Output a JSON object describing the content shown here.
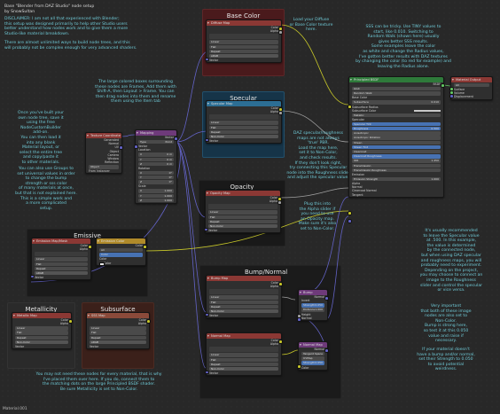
{
  "notes": {
    "title": "Base \"Blender from DAZ Studio\" node setup\nby SnowSultan",
    "disclaimer": "DISCLAIMER: I am not all that experienced with Blender;\nthis setup was designed primarily to help other Studio users\nbetter understand how nodes work and to give them a more\nStudio-like material breakdown.",
    "ways": "There are almost unlimited ways to build node trees, and this\nwill probably not be complex enough for very advanced shaders.",
    "frames": "The large colored boxes surrounding\nthese nodes are Frames. Add them with\nShift-A, then Layout > Frame. You can\nthen drag nodes into them and rename\nthem using the Item tab",
    "built": "Once you've built your\nown node tree, save it\nusing the free\nNodeCustomBuilder\nadd-on.\nYou can then load it\ninto any blank\nMaterial layout, or\nselect the entire tree\nand copy/paste it\nto other materials.",
    "groups": "You can also use Groups to\nset universal values in order\nto change the bump\nstrength or sss color\nof many materials at once,\nbut that is not explained here.\nThis is a simple work and\na more complicated\nsetup.",
    "diffuse": "Load your Diffuse\nor Base Color texture\nhere.",
    "sss": "SSS can be tricky. Use TINY values to\nstart, like 0.010. Switching to\nRandom Walk (shown here) usually\ngives better SSS results.\nSome examples leave the color\nas white and change the Radius values,\nI've gotten better results with DAZ textures\nby changing the color (to red for example) and\nleaving the Radius alone.",
    "specular": "DAZ specular/roughness\nmaps are not always\n'true' PBR.\nLoad the map here,\nset it to Non-Color,\nand check results.\nIf they don't look right,\ntry connecting this Specular\nnode into the Roughness slider\nand adjust the specular value.",
    "alpha": "Plug this into\nthe Alpha slider if\nyou need to use\nan Opacity map.\nMake sure it's also\nset to Non-Color.",
    "recommended": "It's usually recommended\nto leave the Specular value\nat .500. In this example,\nthe value is determined\nby the connected node,\nbut when using DAZ specular\nand roughness maps, you will\nprobably need to experiment.\nDepending on the project,\nyou may choose to connect an\nimage to the Roughness\nslider and control the specular\nor vice versa.",
    "important": "Very important\nthat both of these image\nnodes are also set to\nNon-Color.\nBump is strong here,\nso test it at this 0.050\nvalue and raise if\nnecessary.",
    "bumpmap": "If your material doesn't\nhave a bump and/or normal,\nset their Strength to 0.050\nto avoid potential\nweirdness.",
    "dontneed": "You may not need these nodes for every material, that is why\nI've placed them over here. If you do, connect them to\nthe matching dots on the large Principled BSDF shader.\nBe sure Metallicity is set to Non-Color."
  },
  "frames": {
    "base_color": "Base Color",
    "specular": "Specular",
    "opacity": "Opacity",
    "emissive": "Emissive",
    "bump_normal": "Bump/Normal",
    "metallicity": "Metallicity",
    "subsurface": "Subsurface"
  },
  "nodes": {
    "image_texture": "Diffuse Map",
    "specular_map": "Specular Map",
    "opacity_map": "Opacity Map",
    "emission_map": "Emission Map/Mask",
    "emission_color": "Emission Color",
    "bump_map": "Bump Map",
    "normal_map_img": "Normal Map",
    "metal_map": "Metallic Map",
    "sss_map": "SSS Map",
    "tex_coord": "Texture Coordinate",
    "mapping": "Mapping",
    "principled": "Principled BSDF",
    "output": "Material Output",
    "bump": "Bump",
    "normal_map": "Normal Map"
  },
  "rows": {
    "color": "Color",
    "alpha": "Alpha",
    "linear": "Linear",
    "flat": "Flat",
    "repeat": "Repeat",
    "vector": "Vector",
    "generated": "Generated",
    "normal": "Normal",
    "uv": "UV",
    "object": "Object",
    "camera": "Camera",
    "window": "Window",
    "reflection": "Reflection",
    "point": "Point",
    "type": "Type",
    "location": "Location",
    "rotation": "Rotation",
    "scale": "Scale",
    "bsdf": "BSDF",
    "ggx": "GGX",
    "random_walk": "Random Walk",
    "base_color": "Base Color",
    "subsurface": "Subsurface",
    "subsurface_radius": "Subsurface Radius",
    "subsurface_color": "Subsurface Color",
    "metallic": "Metallic",
    "specular": "Specular",
    "specular_tint": "Specular Tint",
    "roughness": "Roughness",
    "anisotropic": "Anisotropic",
    "anisotropic_rotation": "Anisotropic Rotation",
    "sheen": "Sheen",
    "sheen_tint": "Sheen Tint",
    "clearcoat": "Clearcoat",
    "clearcoat_roughness": "Clearcoat Roughness",
    "ior": "IOR",
    "transmission": "Transmission",
    "transmission_roughness": "Transmission Roughness",
    "emission": "Emission",
    "emission_strength": "Emission Strength",
    "clearcoat_normal": "Clearcoat Normal",
    "tangent": "Tangent",
    "all": "All",
    "surface": "Surface",
    "volume": "Volume",
    "displacement": "Displacement",
    "invert": "Invert",
    "strength": "Strength",
    "distance": "Distance",
    "height": "Height",
    "tangent_space": "Tangent Space",
    "uvmap": "UVMap",
    "from_instancer": "From Instancer",
    "point_x": "Point",
    "noncolor": "Non-Color",
    "srgb": "sRGB"
  },
  "values": {
    "x": "X",
    "y": "Y",
    "z": "Z",
    "v0": "0 m",
    "v1": "1.000",
    "v0deg": "0°",
    "sss": "0.010",
    "spec": "0.500",
    "rough": "0.500",
    "ior": "1.450",
    "emis": "1.000",
    "bumpstr": "0.050",
    "dist": "1.000",
    "normstr": "0.050",
    "mat": "Material.001"
  },
  "status": "Material.001",
  "colors": {
    "base_frame": "#4a1a1c",
    "base_header": "#8b3834",
    "spec_frame": "#163448",
    "spec_header": "#2c6e94",
    "opacity_frame": "#191919",
    "emissive_frame": "#1a1a1a",
    "bump_frame": "#1b1b1b",
    "metal_frame": "#2a2a2a",
    "sss_frame": "#3b201a",
    "sss_header": "#8b4a3a",
    "tex_header": "#8b3834",
    "vector_header": "#6e3a7a",
    "shader_header": "#2e7a3a",
    "accent": "#4772b3",
    "note": "#6fc9d6"
  }
}
